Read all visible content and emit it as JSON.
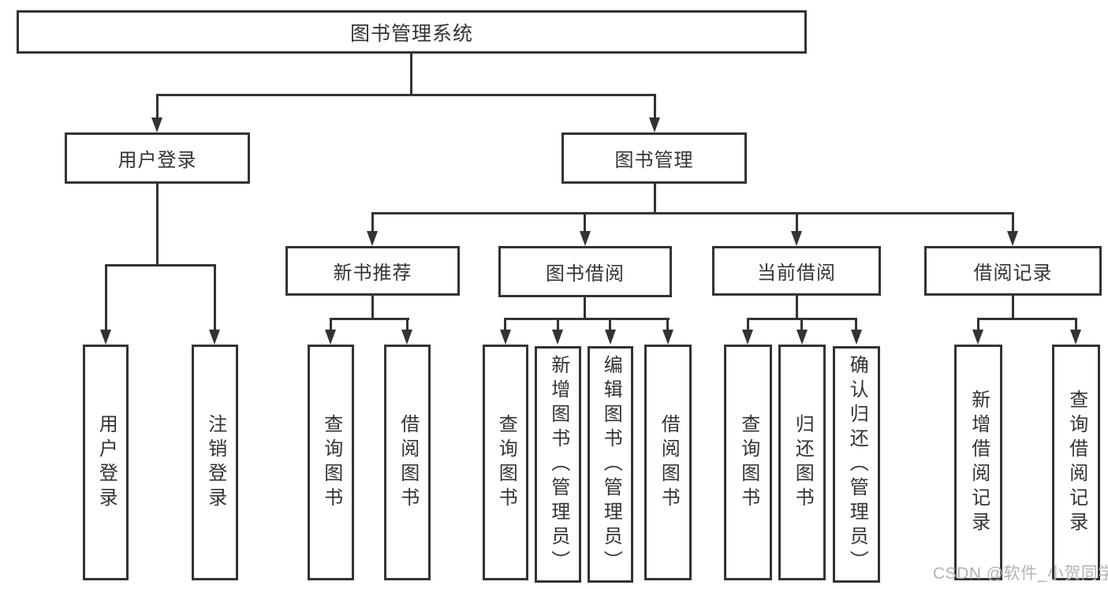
{
  "diagram_type": "hierarchy-tree",
  "colors": {
    "line": "#333333",
    "node_border": "#333333",
    "node_text": "#333333",
    "background": "#ffffff",
    "watermark_text": "#b3b3b3"
  },
  "tree": {
    "label": "图书管理系统",
    "children": [
      {
        "label": "用户登录",
        "children": [
          {
            "label": "用户登录"
          },
          {
            "label": "注销登录"
          }
        ]
      },
      {
        "label": "图书管理",
        "children": [
          {
            "label": "新书推荐",
            "children": [
              {
                "label": "查询图书"
              },
              {
                "label": "借阅图书"
              }
            ]
          },
          {
            "label": "图书借阅",
            "children": [
              {
                "label": "查询图书"
              },
              {
                "label": "新增图书（管理员）"
              },
              {
                "label": "编辑图书（管理员）"
              },
              {
                "label": "借阅图书"
              }
            ]
          },
          {
            "label": "当前借阅",
            "children": [
              {
                "label": "查询图书"
              },
              {
                "label": "归还图书"
              },
              {
                "label": "确认归还（管理员）"
              }
            ]
          },
          {
            "label": "借阅记录",
            "children": [
              {
                "label": "新增借阅记录"
              },
              {
                "label": "查询借阅记录"
              }
            ]
          }
        ]
      }
    ]
  },
  "watermark": "CSDN @软件_小贺同学"
}
